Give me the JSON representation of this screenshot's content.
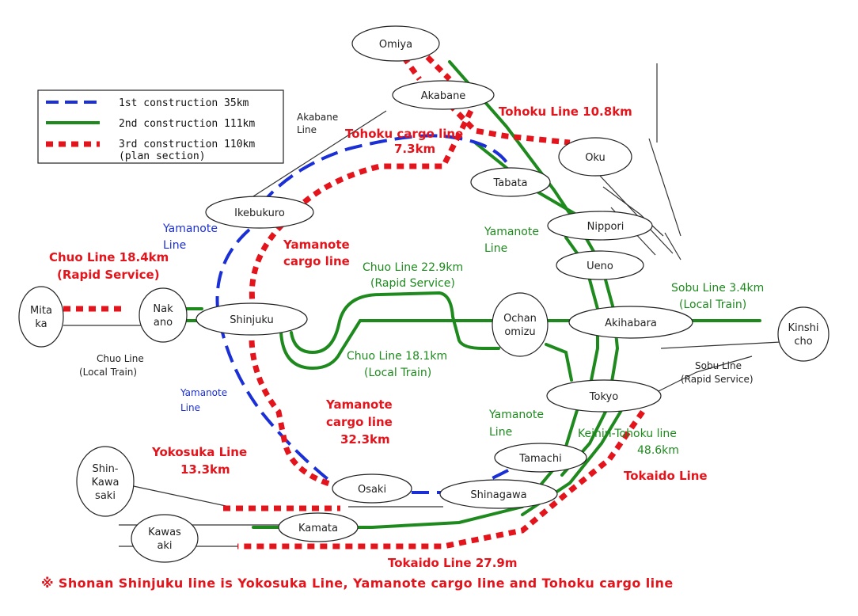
{
  "legend": {
    "first": "1st construction 35km",
    "second": "2nd construction 111km",
    "third": "3rd construction 110km",
    "third_sub": "(plan section)"
  },
  "stations": {
    "omiya": "Omiya",
    "akabane": "Akabane",
    "oku": "Oku",
    "tabata": "Tabata",
    "nippori": "Nippori",
    "ueno": "Ueno",
    "ikebukuro": "Ikebukuro",
    "mitaka_1": "Mita",
    "mitaka_2": "ka",
    "nakano_1": "Nak",
    "nakano_2": "ano",
    "shinjuku": "Shinjuku",
    "ochanomizu_1": "Ochan",
    "ochanomizu_2": "omizu",
    "akihabara": "Akihabara",
    "kinshicho_1": "Kinshi",
    "kinshicho_2": "cho",
    "tokyo": "Tokyo",
    "tamachi": "Tamachi",
    "osaki": "Osaki",
    "shinagawa": "Shinagawa",
    "kamata": "Kamata",
    "shinkawasaki_1": "Shin-",
    "shinkawasaki_2": "Kawa",
    "shinkawasaki_3": "saki",
    "kawasaki_1": "Kawas",
    "kawasaki_2": "aki"
  },
  "labels": {
    "akabane_line_1": "Akabane",
    "akabane_line_2": "Line",
    "tohoku_line": "Tohoku Line 10.8km",
    "tohoku_cargo_1": "Tohoku cargo line",
    "tohoku_cargo_2": "7.3km",
    "yamanote_blue_1": "Yamanote",
    "yamanote_blue_2": "Line",
    "yamanote_cargo_1": "Yamanote",
    "yamanote_cargo_2": "cargo line",
    "yamanote_green_1": "Yamanote",
    "yamanote_green_2": "Line",
    "chuo_rapid_red_1": "Chuo Line 18.4km",
    "chuo_rapid_red_2": "(Rapid Service)",
    "chuo_rapid_green_1": "Chuo Line 22.9km",
    "chuo_rapid_green_2": "(Rapid Service)",
    "sobu_local_1": "Sobu Line 3.4km",
    "sobu_local_2": "(Local Train)",
    "chuo_local_1": "Chuo Line",
    "chuo_local_2": "(Local Train)",
    "chuo_local_green_1": "Chuo Line 18.1km",
    "chuo_local_green_2": "(Local Train)",
    "sobu_rapid_1": "Sobu Line",
    "sobu_rapid_2": "(Rapid Service)",
    "yamanote_blue2_1": "Yamanote",
    "yamanote_blue2_2": "Line",
    "yamanote_cargo2_1": "Yamanote",
    "yamanote_cargo2_2": "cargo line",
    "yamanote_cargo2_3": "32.3km",
    "yamanote_green2_1": "Yamanote",
    "yamanote_green2_2": "Line",
    "keihin_1": "Keihin-Tohoku line",
    "keihin_2": "48.6km",
    "yokosuka_1": "Yokosuka Line",
    "yokosuka_2": "13.3km",
    "tokaido": "Tokaido Line",
    "tokaido_len": "Tokaido Line 27.9m"
  },
  "note": "※  Shonan Shinjuku line is Yokosuka Line, Yamanote cargo line and Tohoku cargo line",
  "colors": {
    "first": "#1a2fd6",
    "second": "#1e8a1e",
    "third": "#e3141b"
  }
}
